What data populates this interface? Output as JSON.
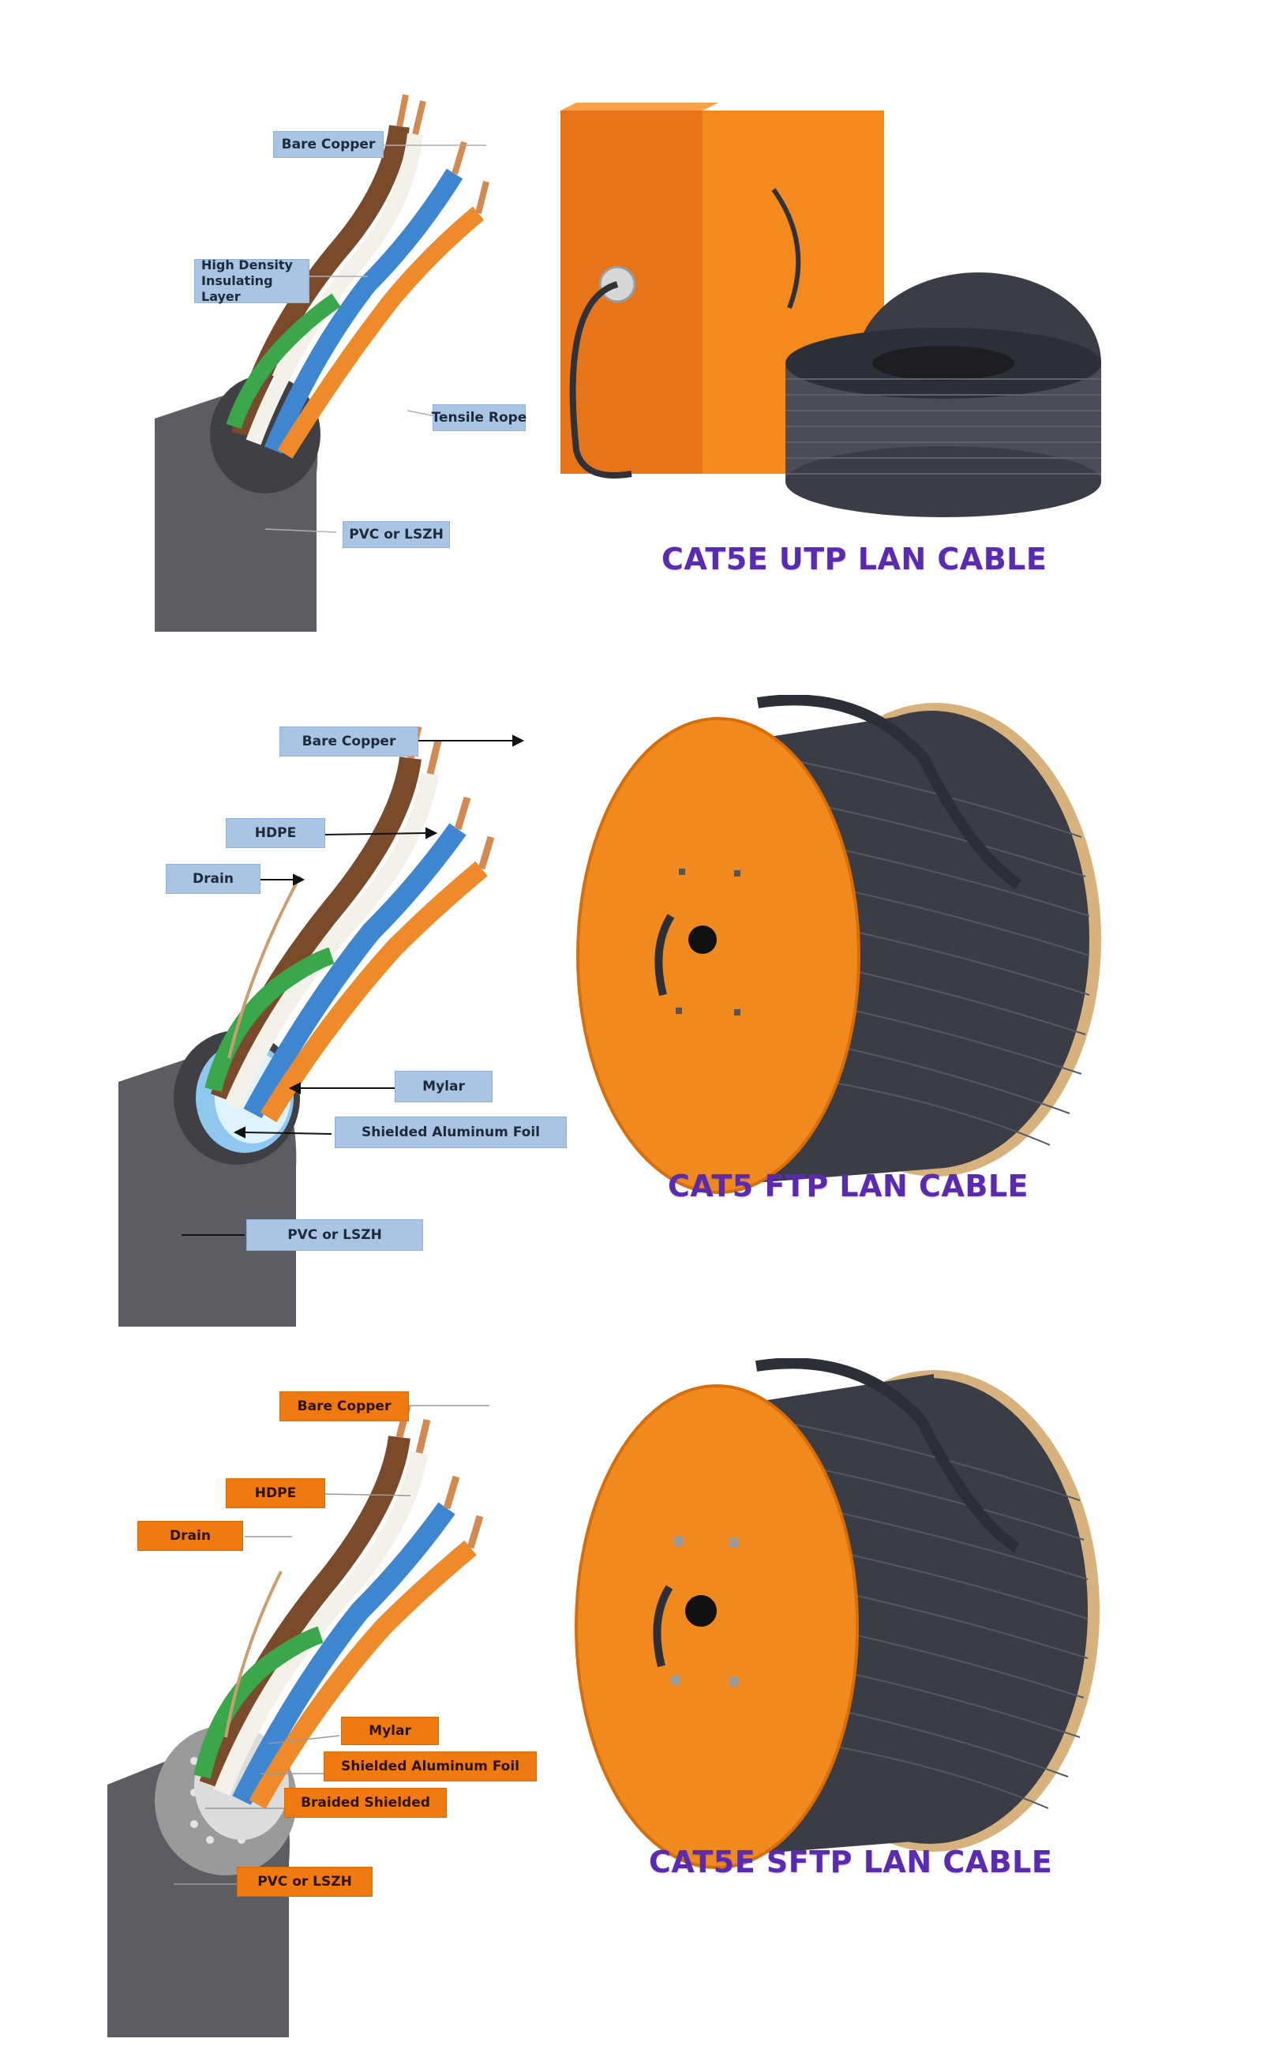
{
  "sections": [
    {
      "caption": "CAT5E UTP LAN CABLE",
      "labels": {
        "bare_copper": "Bare Copper",
        "high_density": "High Density\nInsulating Layer",
        "tensile_rope": "Tensile Rope",
        "jacket": "PVC or LSZH"
      },
      "label_style": "blue"
    },
    {
      "caption": "CAT5 FTP LAN CABLE",
      "labels": {
        "bare_copper": "Bare Copper",
        "hdpe": "HDPE",
        "drain": "Drain",
        "mylar": "Mylar",
        "foil": "Shielded Aluminum Foil",
        "jacket": "PVC or LSZH"
      },
      "label_style": "blue"
    },
    {
      "caption": "CAT5E SFTP LAN CABLE",
      "labels": {
        "bare_copper": "Bare Copper",
        "hdpe": "HDPE",
        "drain": "Drain",
        "mylar": "Mylar",
        "foil": "Shielded Aluminum Foil",
        "braid": "Braided Shielded",
        "jacket": "PVC or LSZH"
      },
      "label_style": "orange"
    }
  ],
  "colors": {
    "caption": "#5a2bb0",
    "blue_label": "#aac4e4",
    "orange_label": "#f07a12",
    "jacket_gray": "#5b5d62",
    "reel_orange": "#f08a1e",
    "cable_dark": "#3a3d45"
  }
}
